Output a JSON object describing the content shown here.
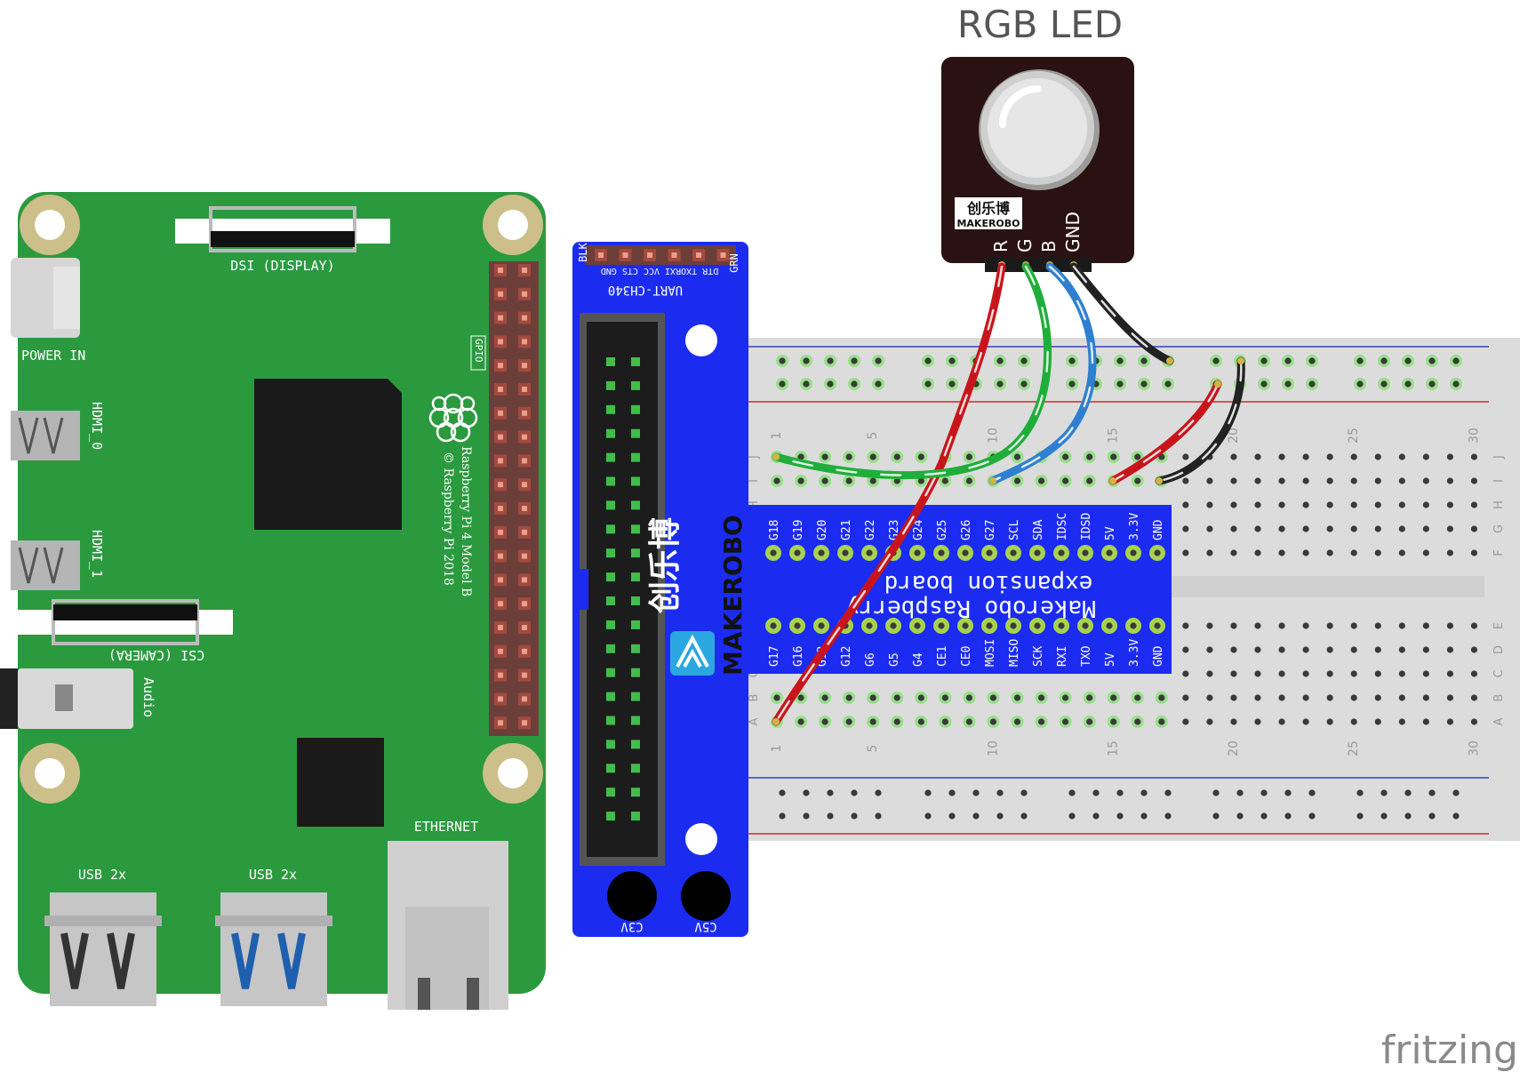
{
  "title": "RGB LED",
  "watermark": "fritzing",
  "raspberry_pi": {
    "dsi_label": "DSI (DISPLAY)",
    "power_label": "POWER IN",
    "hdmi0_label": "HDMI_0",
    "hdmi1_label": "HDMI_1",
    "csi_label": "CSI (CAMERA)",
    "audio_label": "Audio",
    "gpio_label": "GPIO",
    "model_label": "Raspberry Pi 4 Model B",
    "copyright_label": "© Raspberry Pi 2018",
    "ethernet_label": "ETHERNET",
    "usb2_label": "USB 2x",
    "usb3_label": "USB 2x",
    "board_color": "#2b9a3f"
  },
  "adapter": {
    "uart_label": "UART-CH340",
    "uart_pins": [
      "BLK",
      "DTR",
      "TXO",
      "RXI",
      "VCC",
      "CTS",
      "GND",
      "GRN"
    ],
    "uart_pins_text": "DTR TXORXI VCC CTS GND",
    "brand_cn": "创乐博",
    "brand_en": "MAKEROBO",
    "pad_3v3": "C3V",
    "pad_5v": "C5V",
    "board_color": "#1b2cf0"
  },
  "expansion": {
    "title_line1": "Makerobo Raspberry",
    "title_line2": "expansion board",
    "top_pins": [
      "G18",
      "G19",
      "G20",
      "G21",
      "G22",
      "G23",
      "G24",
      "G25",
      "G26",
      "G27",
      "SCL",
      "SDA",
      "IDSC",
      "IDSD",
      "5V",
      "3.3V",
      "GND"
    ],
    "bottom_pins": [
      "G17",
      "G16",
      "G13",
      "G12",
      "G6",
      "G5",
      "G4",
      "CE1",
      "CE0",
      "MOSI",
      "MISO",
      "SCK",
      "RXI",
      "TXO",
      "5V",
      "3.3V",
      "GND"
    ]
  },
  "breadboard": {
    "col_numbers": [
      "1",
      "5",
      "10",
      "15",
      "20",
      "25",
      "30"
    ],
    "rows_top": [
      "J",
      "I",
      "H",
      "G",
      "F"
    ],
    "rows_bottom": [
      "E",
      "D",
      "C",
      "B",
      "A"
    ]
  },
  "rgb_module": {
    "pins": [
      "R",
      "G",
      "B",
      "GND"
    ],
    "brand_cn": "创乐博",
    "brand_en": "MAKEROBO"
  },
  "wires": [
    {
      "name": "red",
      "color": "#c8151b"
    },
    {
      "name": "green",
      "color": "#1fae3a"
    },
    {
      "name": "blue",
      "color": "#2e7fd0"
    },
    {
      "name": "black",
      "color": "#222222"
    }
  ]
}
